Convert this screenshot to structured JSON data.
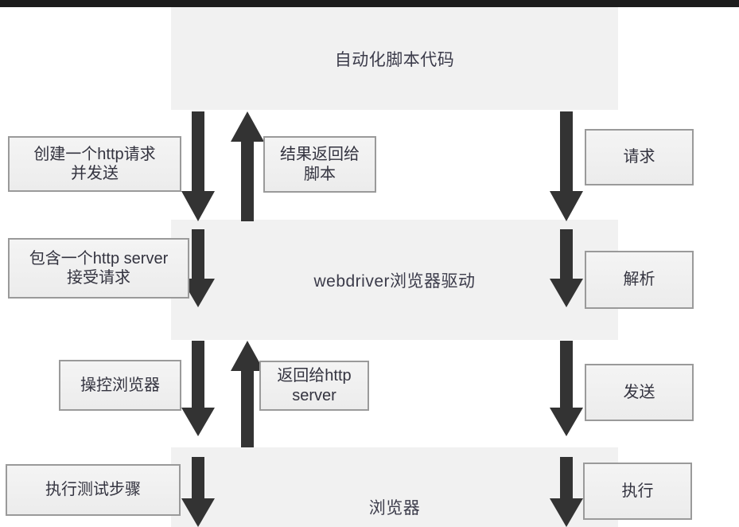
{
  "diagram": {
    "title_band": "",
    "colors": {
      "panel_fill": "#f1f1f1",
      "callout_fill": "#efefef",
      "callout_border": "#9a9a9a",
      "arrow_fill": "#333333",
      "band": "#1c1c1c",
      "text": "#33333f"
    },
    "layers": [
      {
        "id": "layer-script",
        "label": "自动化脚本代码"
      },
      {
        "id": "layer-webdriver",
        "label": "webdriver浏览器驱动"
      },
      {
        "id": "layer-browser",
        "label": "浏览器"
      }
    ],
    "left_callouts": [
      {
        "id": "callout-create-http-request",
        "label": "创建一个http请求\n并发送"
      },
      {
        "id": "callout-http-server-accept",
        "label": "包含一个http server\n接受请求"
      },
      {
        "id": "callout-control-browser",
        "label": "操控浏览器"
      },
      {
        "id": "callout-run-test-steps",
        "label": "执行测试步骤"
      }
    ],
    "return_callouts": [
      {
        "id": "callout-result-to-script",
        "label": "结果返回给\n脚本"
      },
      {
        "id": "callout-return-to-http-server",
        "label": "返回给http\nserver"
      }
    ],
    "right_callouts": [
      {
        "id": "callout-request",
        "label": "请求"
      },
      {
        "id": "callout-parse",
        "label": "解析"
      },
      {
        "id": "callout-send",
        "label": "发送"
      },
      {
        "id": "callout-execute",
        "label": "执行"
      }
    ],
    "arrows": {
      "down_left": [
        "arrow-down-script-to-webdriver",
        "arrow-down-webdriver-inner",
        "arrow-down-webdriver-to-browser",
        "arrow-down-browser-inner"
      ],
      "up_left": [
        "arrow-up-webdriver-to-script",
        "arrow-up-browser-to-webdriver"
      ],
      "down_right": [
        "arrow-down-request",
        "arrow-down-parse",
        "arrow-down-send",
        "arrow-down-execute"
      ]
    }
  }
}
